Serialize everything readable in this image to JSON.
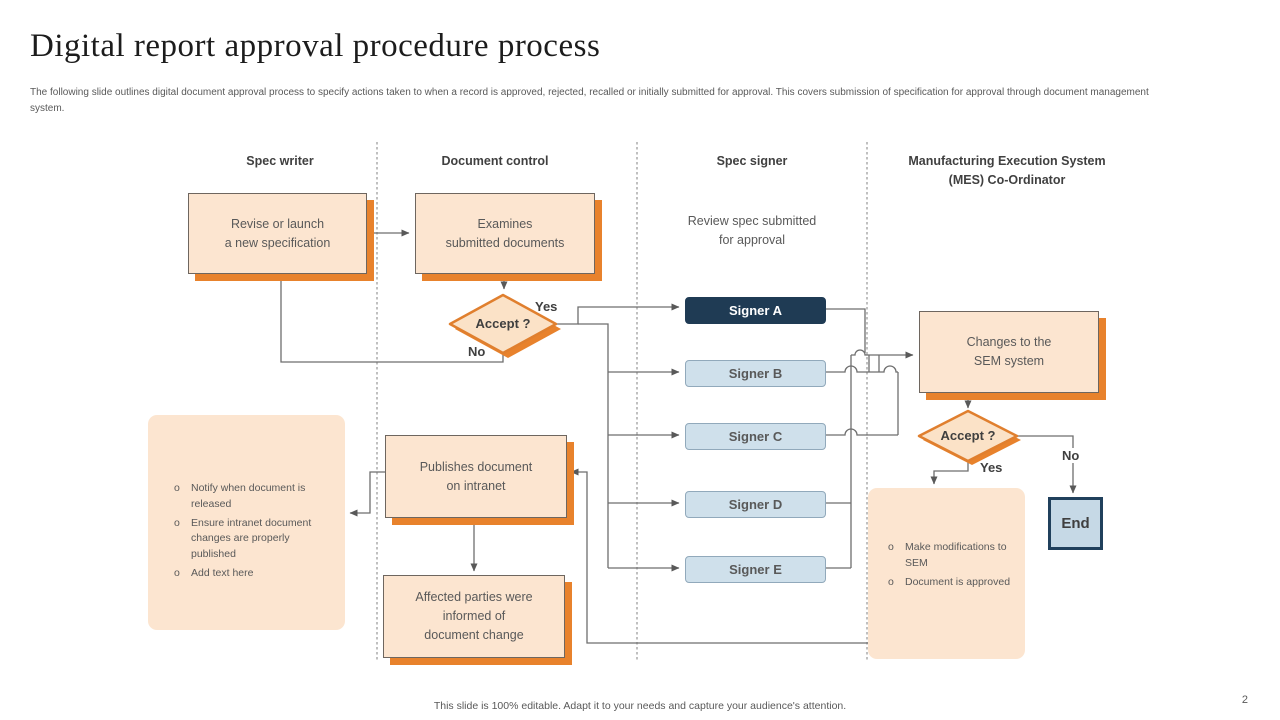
{
  "slide": {
    "title": "Digital report approval procedure process",
    "subtitle": "The following slide outlines digital document approval process to specify actions taken to when a record is approved, rejected, recalled or initially submitted for approval. This covers submission of specification for approval through document management  system.",
    "footer": "This slide is 100% editable. Adapt it to your needs and capture your audience's attention.",
    "page_number": "2"
  },
  "lanes": [
    {
      "label": "Spec writer"
    },
    {
      "label": "Document control"
    },
    {
      "label": "Spec signer"
    },
    {
      "label": "Manufacturing Execution System\n(MES) Co-Ordinator"
    }
  ],
  "nodes": {
    "revise": "Revise or launch\na new specification",
    "examines": "Examines\nsubmitted documents",
    "accept1": "Accept ?",
    "review_note": "Review spec submitted\nfor approval",
    "changes_sem": "Changes to the\nSEM system",
    "accept2": "Accept ?",
    "end": "End",
    "publishes": "Publishes document\non intranet",
    "affected": "Affected parties were\ninformed of\ndocument change"
  },
  "signers": [
    {
      "label": "Signer A"
    },
    {
      "label": "Signer B"
    },
    {
      "label": "Signer C"
    },
    {
      "label": "Signer D"
    },
    {
      "label": "Signer E"
    }
  ],
  "left_notes": [
    {
      "text": "Notify when document is released"
    },
    {
      "text": "Ensure intranet document changes are properly published"
    },
    {
      "text": "Add text here"
    }
  ],
  "right_notes": [
    {
      "text": "Make modifications to SEM"
    },
    {
      "text": "Document is approved"
    }
  ],
  "labels": {
    "yes1": "Yes",
    "no1": "No",
    "yes2": "Yes",
    "no2": "No"
  },
  "colors": {
    "accent_orange": "#e8822c",
    "peach_fill": "#fce5d0",
    "navy": "#1f3b54",
    "light_blue": "#cfe0eb",
    "connector_gray": "#6e6e6e",
    "text_gray": "#595959"
  }
}
